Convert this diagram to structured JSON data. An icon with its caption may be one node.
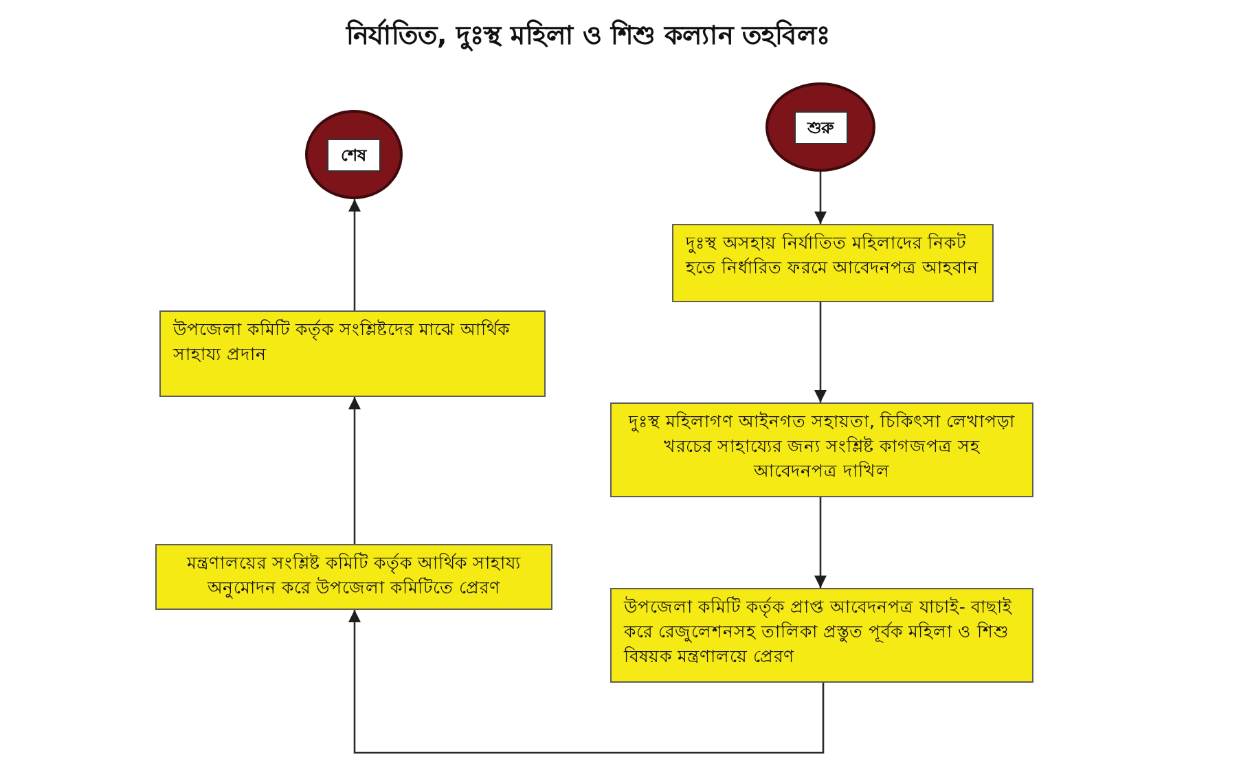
{
  "diagram": {
    "title": "নির্যাতিত, দুঃস্থ মহিলা ও শিশু কল্যান তহবিলঃ",
    "nodes": [
      {
        "text": [
          "শুরু"
        ]
      },
      {
        "text": [
          "দুঃস্থ অসহায় নির্যাতিত মহিলাদের নিকট হতে নির্ধারিত ফরমে আবেদনপত্র আহবান"
        ]
      },
      {
        "text": [
          "দুঃস্থ মহিলাগণ আইনগত সহায়তা, চিকিৎসা লেখাপড়া খরচের সাহায্যের জন্য সংশ্লিষ্ট কাগজপত্র সহ আবেদনপত্র দাখিল"
        ]
      },
      {
        "text": [
          "উপজেলা কমিটি কর্তৃক প্রাপ্ত আবেদনপত্র যাচাই- বাছাই করে রেজুলেশনসহ তালিকা প্রস্তুত পূর্বক মহিলা ও শিশু বিষয়ক মন্ত্রণালয়ে প্রেরণ"
        ]
      },
      {
        "text": [
          "মন্ত্রণালয়ের সংশ্লিষ্ট কমিটি কর্তৃক আর্থিক সাহায্য অনুমোদন করে উপজেলা কমিটিতে প্রেরণ"
        ]
      },
      {
        "text": [
          "উপজেলা কমিটি কর্তৃক সংশ্লিষ্টদের মাঝে আর্থিক সাহায্য প্রদান"
        ]
      },
      {
        "text": [
          "শেষ"
        ]
      }
    ],
    "edges": [
      {
        "from": 0,
        "to": 1,
        "arrow": "to"
      },
      {
        "from": 1,
        "to": 2,
        "arrow": "to"
      },
      {
        "from": 2,
        "to": 3,
        "arrow": "to"
      },
      {
        "from": 3,
        "to": 4,
        "arrow": "to"
      },
      {
        "from": 4,
        "to": 5,
        "arrow": "to"
      },
      {
        "from": 5,
        "to": 6,
        "arrow": "to"
      }
    ]
  }
}
